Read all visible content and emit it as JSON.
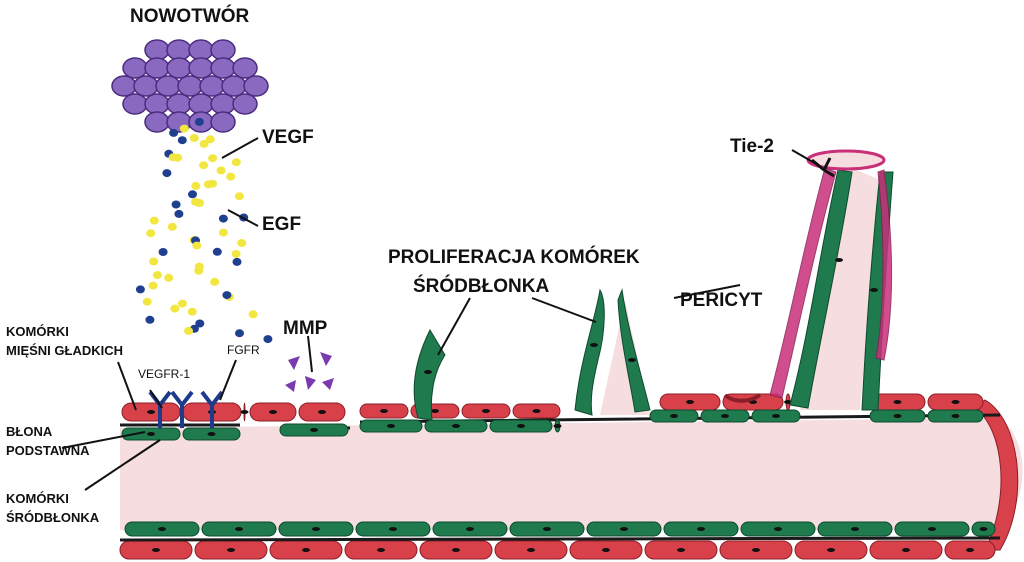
{
  "labels": {
    "tumor": "NOWOTWÓR",
    "vegf": "VEGF",
    "egf": "EGF",
    "tie2": "Tie-2",
    "proliferation_line1": "PROLIFERACJA KOMÓREK",
    "proliferation_line2": "ŚRÓDBŁONKA",
    "pericyte": "PERICYT",
    "mmp": "MMP",
    "smooth_muscle_line1": "KOMÓRKI",
    "smooth_muscle_line2": "MIĘŚNI GŁADKICH",
    "vegfr1": "VEGFR-1",
    "fgfr": "FGFR",
    "basement_line1": "BŁONA",
    "basement_line2": "PODSTAWNA",
    "endothelial_line1": "KOMÓRKI",
    "endothelial_line2": "ŚRÓDBŁONKA"
  },
  "colors": {
    "tumor_cell": "#8a6ac0",
    "vegf_particle": "#1f3f8f",
    "egf_particle": "#f2e640",
    "smooth_muscle": "#d8404a",
    "endothelium": "#1f7a4e",
    "basement_membrane": "#1a1a1a",
    "lumen": "#f6dde0",
    "pericyte": "#c8307a",
    "mmp": "#7a3bb0",
    "receptor": "#1e3a8a"
  }
}
